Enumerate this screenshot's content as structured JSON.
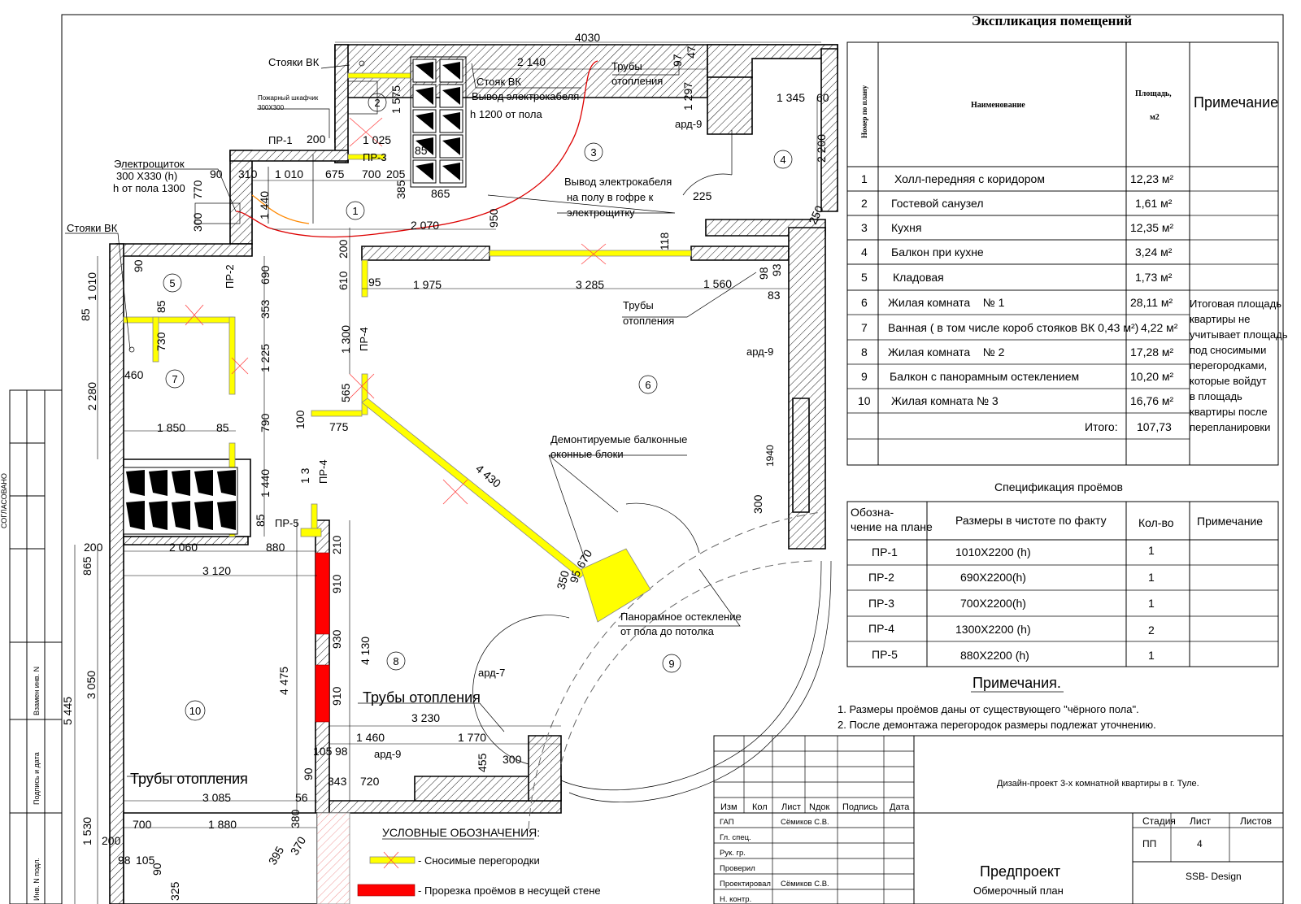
{
  "explication": {
    "title": "Экспликация помещений",
    "headers": {
      "num": "Номер по плану",
      "name": "Наименование",
      "area": "Площадь,",
      "area_unit": "м2",
      "note": "Примечание"
    },
    "rows": [
      {
        "num": "1",
        "name": "Холл-передняя с коридором",
        "area": "12,23 м²"
      },
      {
        "num": "2",
        "name": "Гостевой санузел",
        "area": "1,61 м²"
      },
      {
        "num": "3",
        "name": "Кухня",
        "area": "12,35 м²"
      },
      {
        "num": "4",
        "name": "Балкон при кухне",
        "area": "3,24 м²"
      },
      {
        "num": "5",
        "name": "Кладовая",
        "area": "1,73 м²"
      },
      {
        "num": "6",
        "name": "Жилая комната    № 1",
        "area": "28,11 м²"
      },
      {
        "num": "7",
        "name": "Ванная ( в том числе короб стояков ВК 0,43 м²)",
        "area": "4,22 м²"
      },
      {
        "num": "8",
        "name": "Жилая комната    № 2",
        "area": "17,28 м²"
      },
      {
        "num": "9",
        "name": "Балкон с панорамным остеклением",
        "area": "10,20 м²"
      },
      {
        "num": "10",
        "name": "Жилая комната № 3",
        "area": "16,76 м²"
      }
    ],
    "total_label": "Итого:",
    "total_value": "107,73",
    "note_lines": [
      "Итоговая площадь",
      "квартиры не",
      "учитывает площадь",
      "под сносимыми",
      "перегородками,",
      "которые войдут",
      "в площадь",
      "квартиры после",
      "перепланировки"
    ]
  },
  "openings": {
    "title": "Спецификация  проёмов",
    "headers": {
      "mark_1": "Обозна-",
      "mark_2": "чение на плане",
      "size": "Размеры в чистоте по факту",
      "qty": "Кол-во",
      "note": "Примечание"
    },
    "rows": [
      {
        "mark": "ПР-1",
        "size": "1010X2200 (h)",
        "qty": "1"
      },
      {
        "mark": "ПР-2",
        "size": "690X2200(h)",
        "qty": "1"
      },
      {
        "mark": "ПР-3",
        "size": "700X2200(h)",
        "qty": "1"
      },
      {
        "mark": "ПР-4",
        "size": "1300X2200 (h)",
        "qty": "2"
      },
      {
        "mark": "ПР-5",
        "size": "880X2200 (h)",
        "qty": "1"
      }
    ]
  },
  "notes": {
    "title": "Примечания.",
    "lines": [
      "1. Размеры проёмов даны от существующего \"чёрного пола\".",
      "2. После демонтажа перегородок размеры подлежат уточнению."
    ]
  },
  "stamp": {
    "project": "Дизайн-проект 3-х комнатной квартиры в г. Туле.",
    "col_headers": [
      "Изм",
      "Кол",
      "Лист",
      "Nдок",
      "Подпись",
      "Дата"
    ],
    "roles": [
      "ГАП",
      "Гл. спец.",
      "Рук. гр.",
      "Проверил",
      "Проектировал",
      "Н. контр."
    ],
    "gap_name": "Сёмиков С.В.",
    "designer_name": "Сёмиков С.В.",
    "stage_label": "Стадия",
    "sheet_label": "Лист",
    "sheets_label": "Листов",
    "stage_value": "ПП",
    "sheet_value": "4",
    "title_1": "Предпроект",
    "title_2": "Обмерочный план",
    "company": "SSB- Design"
  },
  "margin_stamp": {
    "inv_n": "Взамен инв. N",
    "sign_date": "Подпись и дата",
    "inv_orig": "Инв. N подл.",
    "agreed": "СОГЛАСОВАНО"
  },
  "legend": {
    "title": "УСЛОВНЫЕ ОБОЗНАЧЕНИЯ:",
    "item1": "- Сносимые перегородки",
    "item2": "- Прорезка проёмов в несущей стене"
  },
  "plan": {
    "room_numbers": [
      "1",
      "2",
      "3",
      "4",
      "5",
      "6",
      "7",
      "8",
      "9",
      "10"
    ],
    "labels": {
      "risers_top": "Стояки ВК",
      "fire_cabinet": "Пожарный шкафчик",
      "fire_cabinet_size": "300Х300",
      "riser_vk": "Стояк ВК",
      "cable_out": "Вывод электрокабеля",
      "cable_h": "h 1200 от пола",
      "pipes_heat": "Трубы",
      "pipes_heat2": "отопления",
      "panel_1": "Электрощиток",
      "panel_2": "300 Х330 (h)",
      "panel_3": "h от пола 1300",
      "risers_left": "Стояки ВК",
      "cable_floor_1": "Вывод электрокабеля",
      "cable_floor_2": "на полу в гофре к",
      "cable_floor_3": "электрощитку",
      "balcony_1": "Демонтируемые балконные",
      "balcony_2": "оконные блоки",
      "panoramic_1": "Панорамное остекление",
      "panoramic_2": "от пола до потолка",
      "pipes_big": "Трубы отопления",
      "ard9": "ард-9",
      "ard7": "ард-7",
      "pr1": "ПР-1",
      "pr2": "ПР-2",
      "pr3": "ПР-3",
      "pr4": "ПР-4",
      "pr5": "ПР-5"
    },
    "dims": {
      "d4030": "4030",
      "d2140": "2 140",
      "d97": "97",
      "d47": "47",
      "d1297": "1 297",
      "d1345": "1 345",
      "d60": "60",
      "d2200": "2 200",
      "d225": "225",
      "d250": "250",
      "d1575": "1 575",
      "d200a": "200",
      "d1025": "1 025",
      "d85a": "85",
      "d90a": "90",
      "d310": "310",
      "d1010a": "1 010",
      "d675": "675",
      "d700": "700",
      "d205": "205",
      "d385": "385",
      "d865a": "865",
      "d770": "770",
      "d300a": "300",
      "d1440a": "1 440",
      "d950": "950",
      "d2070": "2 070",
      "d118": "118",
      "d200b": "200",
      "d610": "610",
      "d95a": "95",
      "d1975": "1 975",
      "d3285": "3 285",
      "d1560": "1 560",
      "d98a": "98",
      "d93": "93",
      "d83": "83",
      "d1010b": "1 010",
      "d85b": "85",
      "d90b": "90",
      "d690": "690",
      "d353": "353",
      "d85c": "85",
      "d730": "730",
      "d1225": "1 225",
      "d460": "460",
      "d2280": "2 280",
      "d1300": "1 300",
      "d565": "565",
      "d100": "100",
      "d775": "775",
      "d790": "790",
      "d1850": "1 850",
      "d85d": "85",
      "d4430": "4 430",
      "d1940": "1940",
      "d300b": "300",
      "d13": "1 3",
      "d1440b": "1 440",
      "d85e": "85",
      "d2060": "2 060",
      "d880": "880",
      "d200c": "200",
      "d210": "210",
      "d865b": "865",
      "d3120": "3 120",
      "d910a": "910",
      "d350": "350",
      "d95b": "95",
      "d670": "670",
      "d930": "930",
      "d4130": "4 130",
      "d4475": "4 475",
      "d910b": "910",
      "d3050": "3 050",
      "d5445": "5 445",
      "d3230": "3 230",
      "d1460": "1 460",
      "d1770": "1 770",
      "d105a": "105",
      "d98b": "98",
      "d455": "455",
      "d300c": "300",
      "d343": "343",
      "d720": "720",
      "d90c": "90",
      "d3085": "3 085",
      "d56": "56",
      "d700b": "700",
      "d1880": "1 880",
      "d380": "380",
      "d1530": "1 530",
      "d200d": "200",
      "d395": "395",
      "d370": "370",
      "d98c": "98",
      "d105b": "105",
      "d90d": "90",
      "d325": "325"
    }
  }
}
